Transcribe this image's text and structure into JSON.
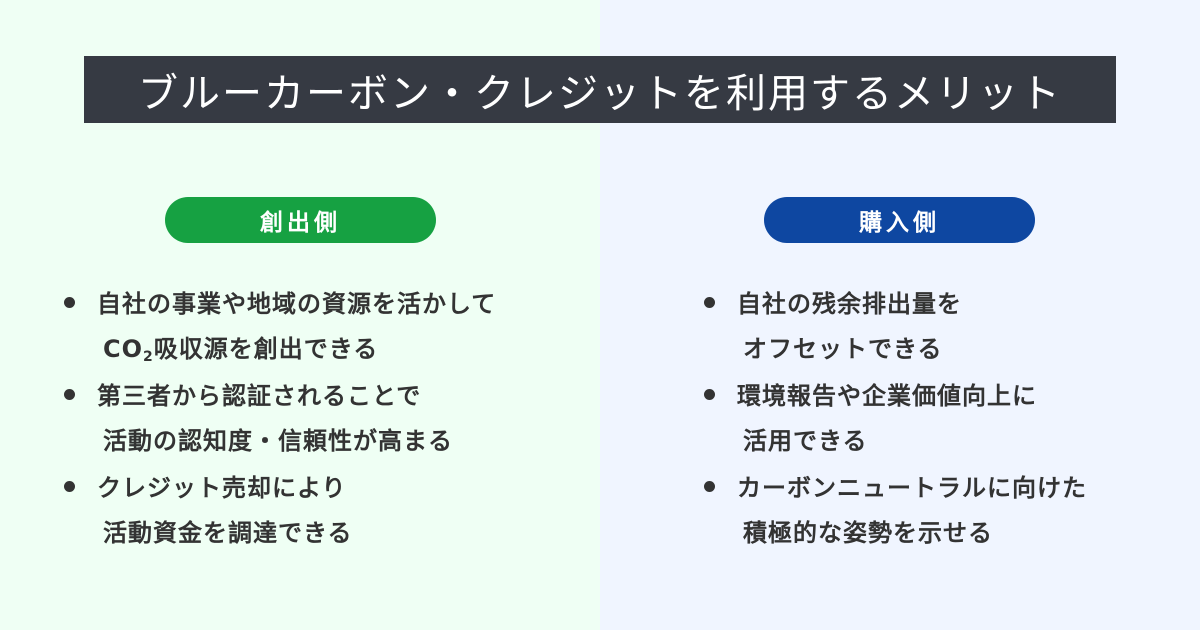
{
  "title": "ブルーカーボン・クレジットを利用するメリット",
  "colors": {
    "left_background": "#effff4",
    "right_background": "#f0f5ff",
    "title_bar": "#363a43",
    "creator_pill": "#16a142",
    "buyer_pill": "#0e47a1",
    "text": "#333333"
  },
  "creator": {
    "label": "創出側",
    "items": [
      {
        "line1": "自社の事業や地域の資源を活かして",
        "line2_prefix": "CO",
        "line2_sub": "2",
        "line2_rest": "吸収源を創出できる"
      },
      {
        "line1": "第三者から認証されることで",
        "line2": "活動の認知度・信頼性が高まる"
      },
      {
        "line1": "クレジット売却により",
        "line2": "活動資金を調達できる"
      }
    ]
  },
  "buyer": {
    "label": "購入側",
    "items": [
      {
        "line1": "自社の残余排出量を",
        "line2": "オフセットできる"
      },
      {
        "line1": "環境報告や企業価値向上に",
        "line2": "活用できる"
      },
      {
        "line1": "カーボンニュートラルに向けた",
        "line2": "積極的な姿勢を示せる"
      }
    ]
  }
}
